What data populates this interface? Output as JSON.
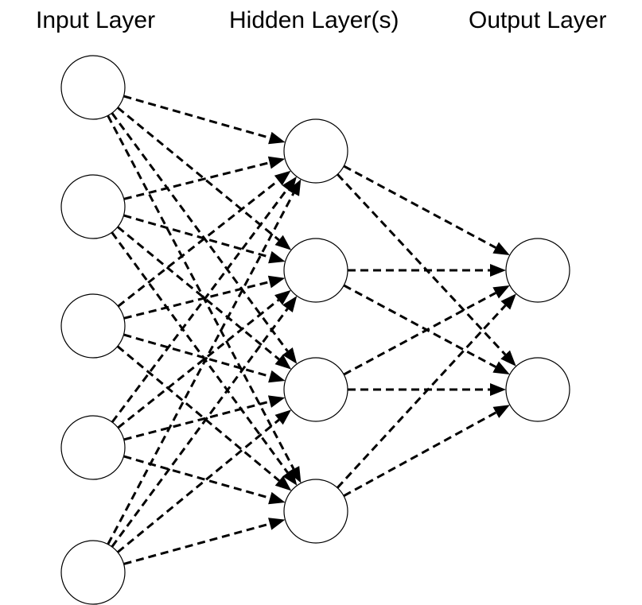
{
  "titles": {
    "input": "Input Layer",
    "hidden": "Hidden Layer(s)",
    "output": "Output Layer"
  },
  "layers": [
    {
      "id": "input",
      "node_count": 5
    },
    {
      "id": "hidden",
      "node_count": 4
    },
    {
      "id": "output",
      "node_count": 2
    }
  ],
  "edge_style": "dashed",
  "colors": {
    "stroke": "#000000",
    "node_fill": "#ffffff",
    "background": "#ffffff"
  }
}
